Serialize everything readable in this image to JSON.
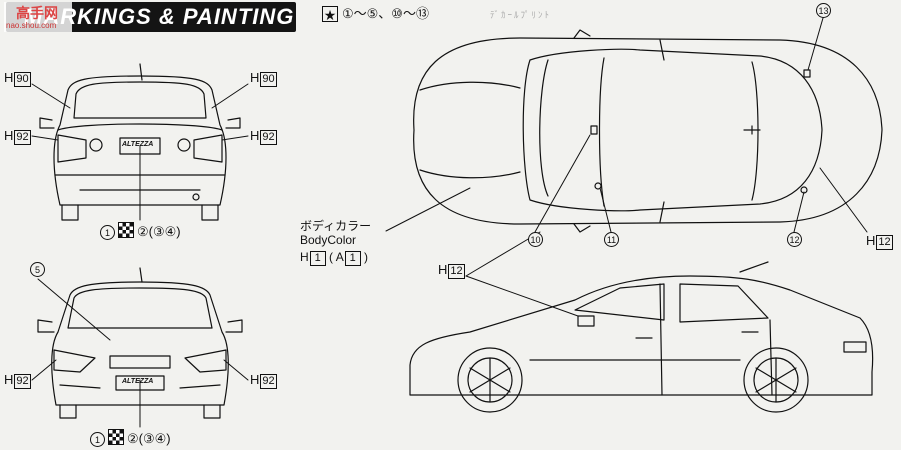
{
  "title": "MARKINGS & PAINTING",
  "watermark": {
    "logo": "高手网",
    "url": "nao.shou.com"
  },
  "header_refs": {
    "star": "★",
    "refs": "①～⑤、⑩～⑬"
  },
  "faint_text": "ﾃﾞｶｰﾙﾌﾟﾘﾝﾄ",
  "labels": {
    "h90": "90",
    "h92": "92",
    "h12": "12",
    "h1": "1",
    "a1": "1",
    "H": "H",
    "A": "A",
    "refs_rear": "②(③④)",
    "refs_front": "②(③④)",
    "c1": "1",
    "c5": "5",
    "c10": "10",
    "c11": "11",
    "c12": "12",
    "c13": "13"
  },
  "body_color": {
    "jp": "ボディカラー",
    "en": "BodyColor",
    "paint_open": "(",
    "paint_close": ")"
  },
  "plates": {
    "rear": "ALTEZZA",
    "front": "ALTEZZA"
  },
  "colors": {
    "ink": "#111111",
    "paper": "#f2f2ef",
    "title_bg": "#141414"
  }
}
